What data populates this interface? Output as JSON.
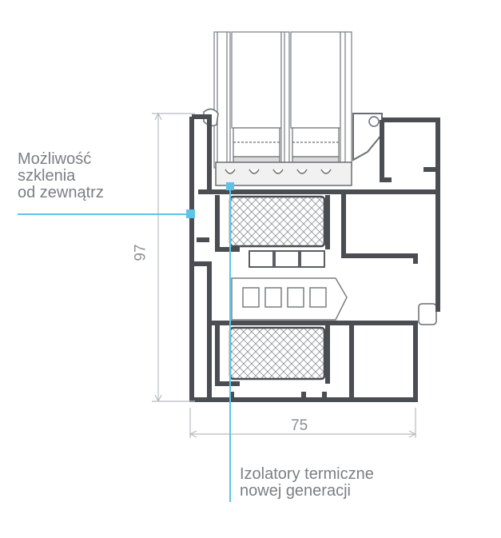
{
  "callouts": {
    "glazing": {
      "lines": [
        "Możliwość",
        "szklenia",
        "od zewnątrz"
      ]
    },
    "insulators": {
      "lines": [
        "Izolatory termiczne",
        "nowej generacji"
      ]
    }
  },
  "dimensions": {
    "height": "97",
    "width": "75"
  },
  "colors": {
    "profile": "#4a4d51",
    "outline": "#6a6d71",
    "accent": "#5fc3e8",
    "dim_line": "#b8bcc0",
    "text": "#7a7f85"
  }
}
